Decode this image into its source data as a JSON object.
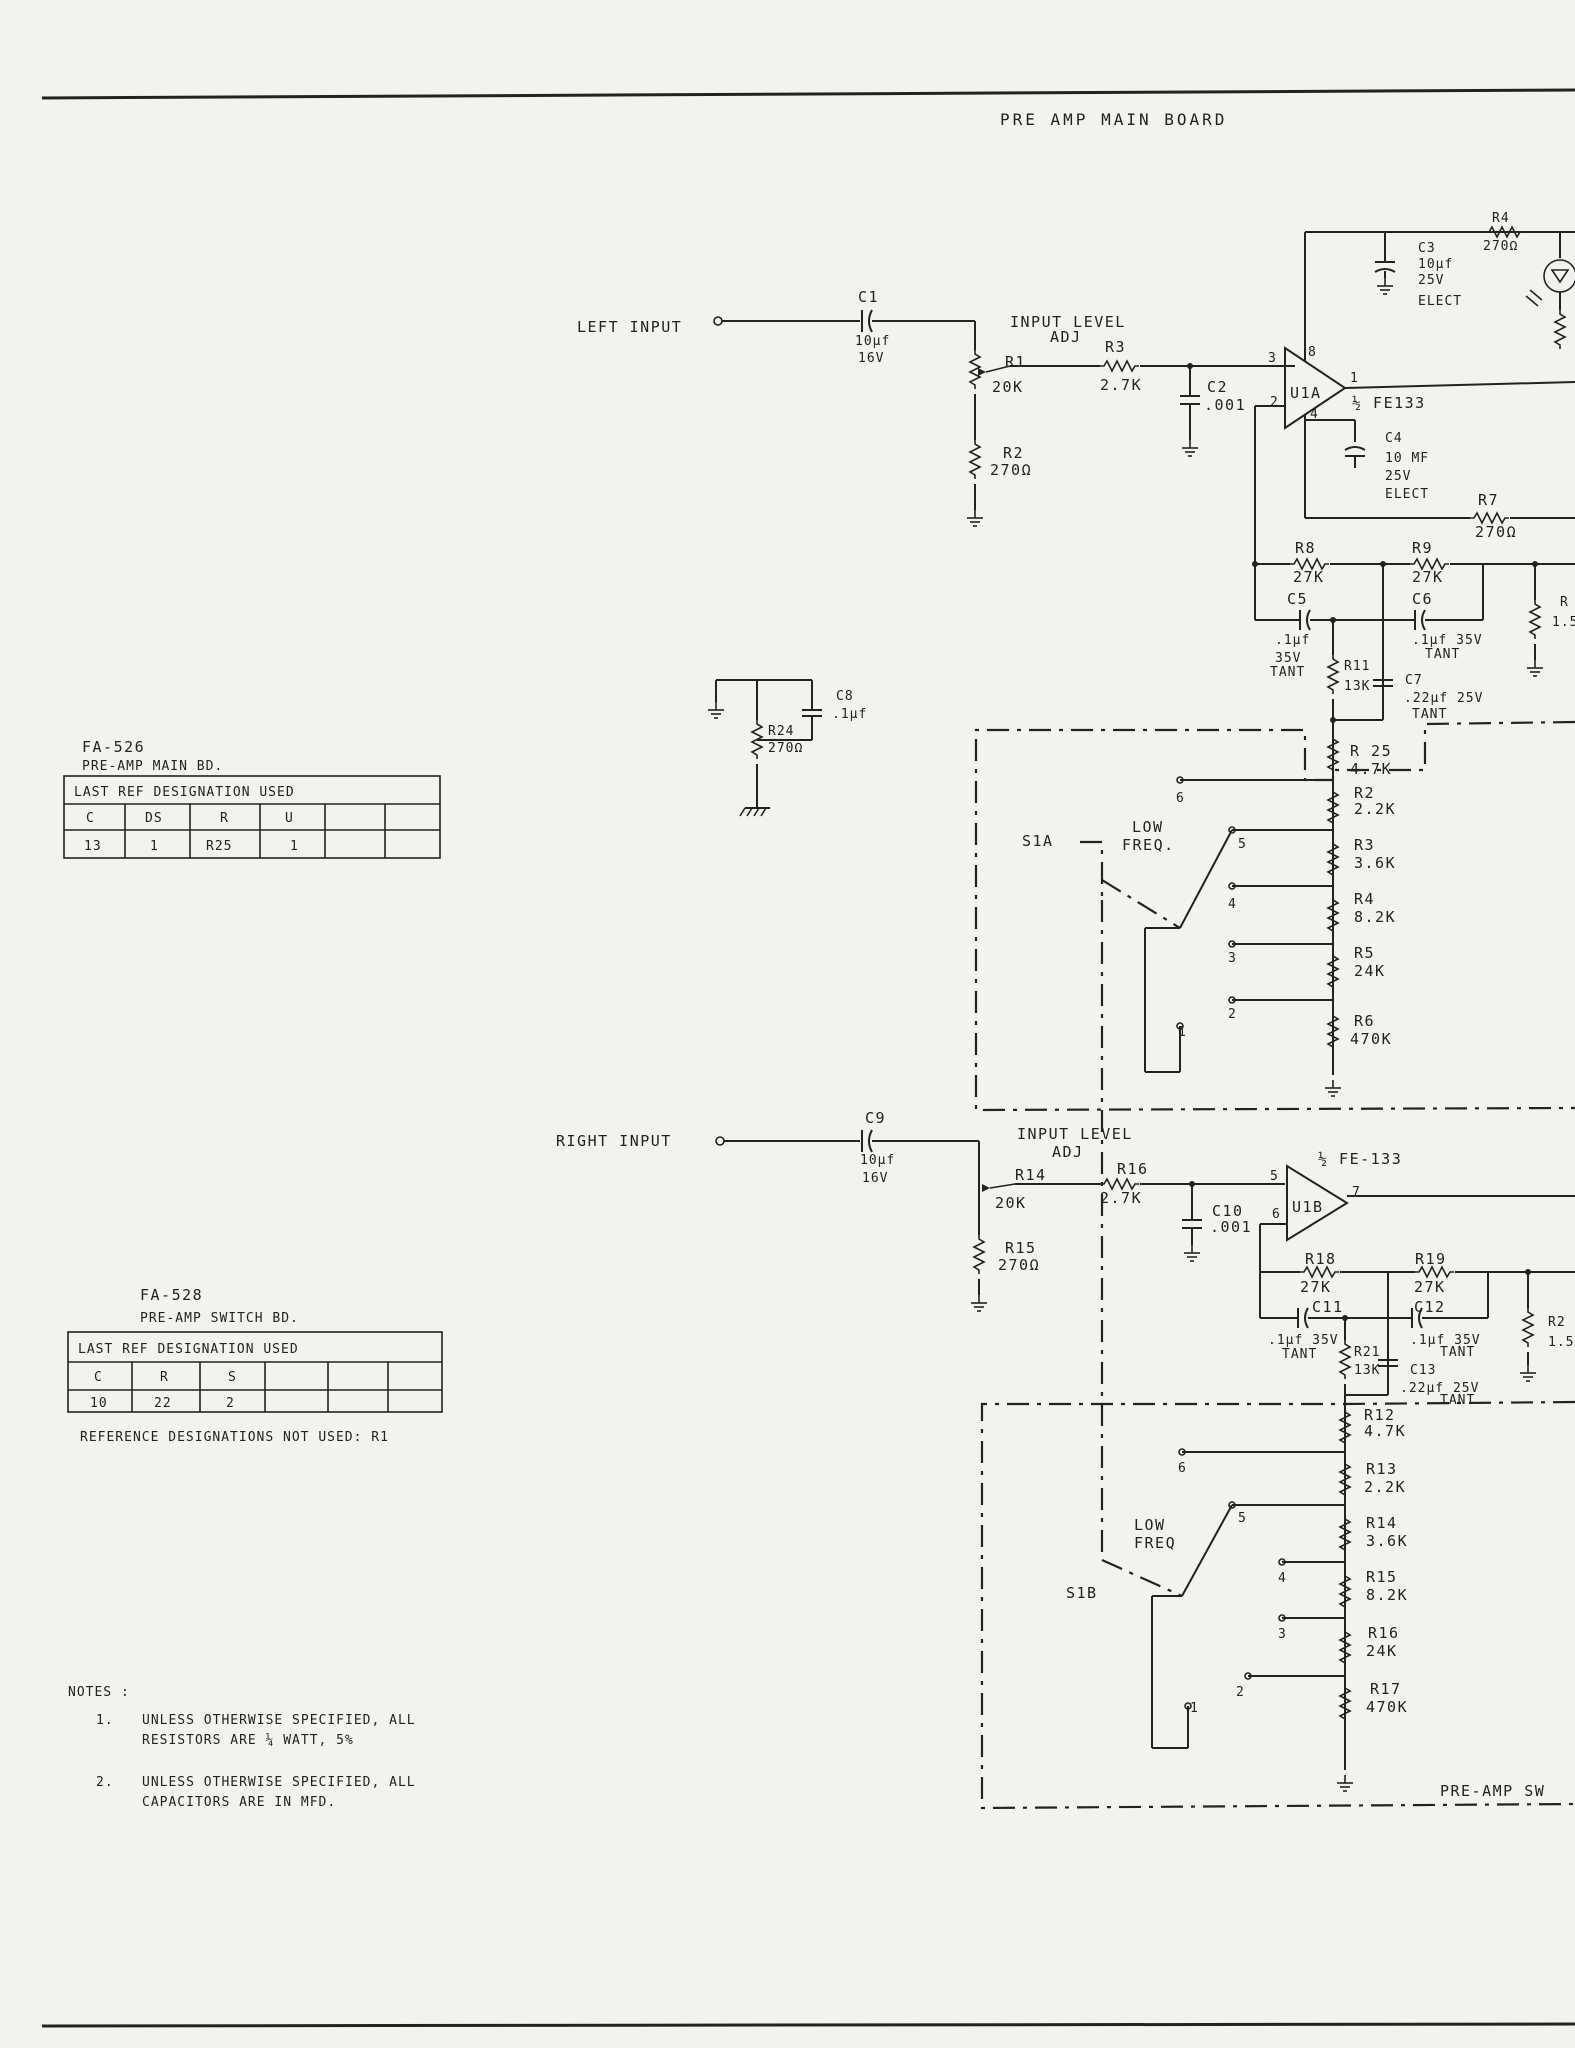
{
  "title": "PRE AMP MAIN BOARD",
  "inputs": {
    "left": "LEFT INPUT",
    "right": "RIGHT INPUT"
  },
  "left": {
    "c1": "C1",
    "c1_val": "10µf",
    "c1_v": "16V",
    "adj": "INPUT LEVEL",
    "adj2": "ADJ",
    "r1": "R1",
    "r1_val": "20K",
    "r2": "R2",
    "r2_val": "270Ω",
    "r3": "R3",
    "r3_val": "2.7K",
    "c2": "C2",
    "c2_val": ".001",
    "u1a": "U1A",
    "u1a_part": "½ FE133",
    "pin8": "8",
    "pin3": "3",
    "pin2": "2",
    "pin4": "4",
    "pin1": "1",
    "c3": "C3",
    "c3_val": "10µf",
    "c3_v": "25V",
    "c3_t": "ELECT",
    "r4": "R4",
    "r4_val": "270Ω",
    "c4": "C4",
    "c4_val": "10 MF",
    "c4_v": "25V",
    "c4_t": "ELECT",
    "r7": "R7",
    "r7_val": "270Ω",
    "r8": "R8",
    "r8_val": "27K",
    "r9": "R9",
    "r9_val": "27K",
    "c5": "C5",
    "c5_val": ".1µf",
    "c5_v": "35V",
    "c5_t": "TANT",
    "c6": "C6",
    "c6_val": ".1µf 35V",
    "c6_t": "TANT",
    "r11": "R11",
    "r11_val": "13K",
    "c7": "C7",
    "c7_val": ".22µf 25V",
    "c7_t": "TANT",
    "r_cut": "R",
    "r_cut_val": "1.5"
  },
  "misc": {
    "c8": "C8",
    "c8_val": ".1µf",
    "r24": "R24",
    "r24_val": "270Ω"
  },
  "switch_a": {
    "name": "S1A",
    "label1": "LOW",
    "label2": "FREQ.",
    "positions": [
      "6",
      "5",
      "4",
      "3",
      "2",
      "1"
    ],
    "resistors": [
      {
        "ref": "R 25",
        "val": "4.7K"
      },
      {
        "ref": "R2",
        "val": "2.2K"
      },
      {
        "ref": "R3",
        "val": "3.6K"
      },
      {
        "ref": "R4",
        "val": "8.2K"
      },
      {
        "ref": "R5",
        "val": "24K"
      },
      {
        "ref": "R6",
        "val": "470K"
      }
    ]
  },
  "right": {
    "c9": "C9",
    "c9_val": "10µf",
    "c9_v": "16V",
    "adj": "INPUT LEVEL",
    "adj2": "ADJ",
    "r14": "R14",
    "r14_val": "20K",
    "r15": "R15",
    "r15_val": "270Ω",
    "r16": "R16",
    "r16_val": "2.7K",
    "c10": "C10",
    "c10_val": ".001",
    "u1b": "U1B",
    "u1b_part": "½ FE-133",
    "pin5": "5",
    "pin6": "6",
    "pin7": "7",
    "r18": "R18",
    "r18_val": "27K",
    "r19": "R19",
    "r19_val": "27K",
    "c11": "C11",
    "c11_val": ".1µf 35V",
    "c11_t": "TANT",
    "c12": "C12",
    "c12_val": ".1µf 35V",
    "c12_t": "TANT",
    "r21": "R21",
    "r21_val": "13K",
    "c13": "C13",
    "c13_val": ".22µf 25V",
    "c13_t": "TANT",
    "r_cut": "R2",
    "r_cut_val": "1.5"
  },
  "switch_b": {
    "name": "S1B",
    "label1": "LOW",
    "label2": "FREQ",
    "positions": [
      "6",
      "5",
      "4",
      "3",
      "2",
      "1"
    ],
    "resistors": [
      {
        "ref": "R12",
        "val": "4.7K"
      },
      {
        "ref": "R13",
        "val": "2.2K"
      },
      {
        "ref": "R14",
        "val": "3.6K"
      },
      {
        "ref": "R15",
        "val": "8.2K"
      },
      {
        "ref": "R16",
        "val": "24K"
      },
      {
        "ref": "R17",
        "val": "470K"
      }
    ]
  },
  "fa526": {
    "title": "FA-526",
    "subtitle": "PRE-AMP MAIN BD.",
    "header": "LAST REF DESIGNATION USED",
    "cols": [
      "C",
      "DS",
      "R",
      "U",
      "",
      ""
    ],
    "vals": [
      "13",
      "1",
      "R25",
      "1",
      "",
      ""
    ]
  },
  "fa528": {
    "title": "FA-528",
    "subtitle": "PRE-AMP SWITCH BD.",
    "header": "LAST REF DESIGNATION USED",
    "cols": [
      "C",
      "R",
      "S",
      "",
      "",
      ""
    ],
    "vals": [
      "10",
      "22",
      "2",
      "",
      "",
      ""
    ],
    "not_used": "REFERENCE DESIGNATIONS NOT USED: R1"
  },
  "notes": {
    "heading": "NOTES :",
    "n1_num": "1.",
    "n1_a": "UNLESS OTHERWISE SPECIFIED, ALL",
    "n1_b": "RESISTORS ARE ¼ WATT, 5%",
    "n2_num": "2.",
    "n2_a": "UNLESS OTHERWISE SPECIFIED, ALL",
    "n2_b": "CAPACITORS ARE IN MFD."
  },
  "switch_board_label": "PRE-AMP SW"
}
